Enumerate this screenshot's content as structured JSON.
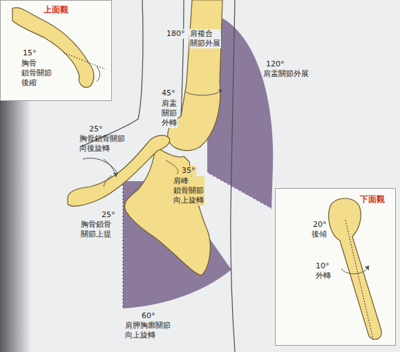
{
  "diagram": {
    "nodes": [
      {
        "text": [
          "上面觀"
        ]
      },
      {
        "text": [
          "下面觀"
        ]
      }
    ],
    "labels": [
      "15°",
      "胸骨 鎖骨關節 後縮",
      "180°",
      "肩複合 關節外展",
      "120°",
      "肩盂關節外展",
      "45°",
      "肩盂 關節 外轉",
      "25°",
      "胸骨鎖骨關節 向後旋轉",
      "35°",
      "肩峰 鎖骨關節 向上旋轉",
      "25°",
      "胸骨鎖骨 關節上提",
      "60°",
      "肩胛胸廓關節 向上旋轉",
      "20°",
      "後傾",
      "10°",
      "外轉"
    ]
  }
}
